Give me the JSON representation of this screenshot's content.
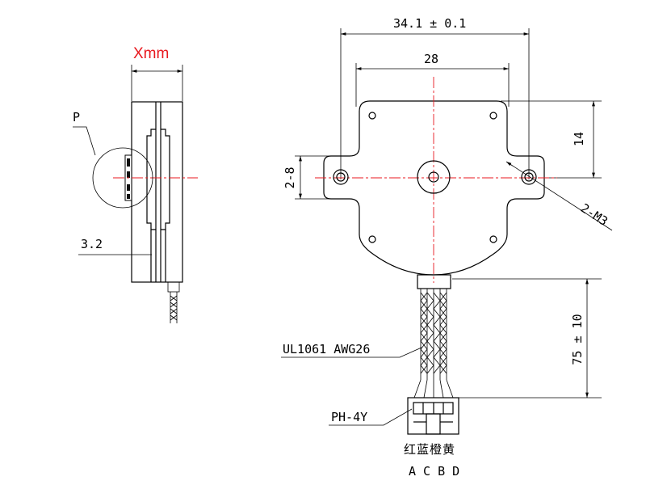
{
  "side_view": {
    "width_label": "Xmm",
    "detail_label": "P",
    "depth_label": "3.2"
  },
  "front_view": {
    "overall_width": "34.1 ± 0.1",
    "hole_pitch": "28",
    "hole_offset": "14",
    "ear_height": "2-8",
    "mount_holes": "2-M3",
    "lead_length": "75 ± 10",
    "wire_spec": "UL1061 AWG26",
    "connector": "PH-4Y",
    "wire_colors": "红蓝橙黄",
    "pin_letters": "A C B D"
  },
  "colors": {
    "line": "#000000",
    "center_line": "#e8191f",
    "highlight_text": "#e8191f"
  }
}
